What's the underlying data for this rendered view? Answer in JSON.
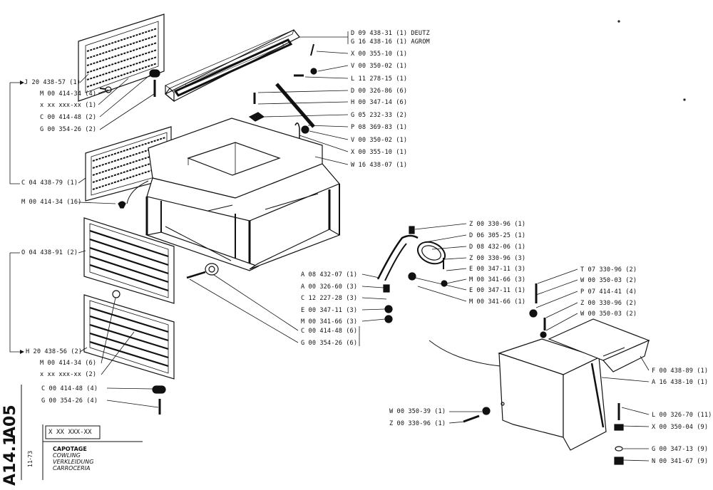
{
  "labels_left": [
    "J 20 438-57 (1)",
    "M 00 414-34 (4)",
    "x xx xxx-xx (1)",
    "C 00 414-48 (2)",
    "G 00 354-26 (2)",
    "C 04 438-79 (1)",
    "M 00 414-34 (16)",
    "O 04 438-91 (2)",
    "H 20 438-56 (2)",
    "M 00 414-34 (6)",
    "x xx xxx-xx (2)",
    "C 00 414-48 (4)",
    "G 00 354-26 (4)"
  ],
  "labels_top": [
    "D 09 438-31 (1) DEUTZ",
    "G 16 438-16 (1) AGROM",
    "X 00 355-10 (1)",
    "V 00 350-02 (1)",
    "L 11 278-15 (1)",
    "D 00 326-86 (6)",
    "H 00 347-14 (6)",
    "G 05 232-33 (2)",
    "P 08 369-83 (1)",
    "V 00 350-02 (1)",
    "X 00 355-10 (1)",
    "W 16 438-07 (1)"
  ],
  "labels_center": [
    "A 08 432-07 (1)",
    "A 00 326-60 (3)",
    "C 12 227-28 (3)",
    "E 00 347-11 (3)",
    "M 00 341-66 (3)",
    "C 00 414-48 (6)",
    "G 00 354-26 (6)"
  ],
  "labels_mirror": [
    "Z 00 330-96 (1)",
    "D 06 305-25 (1)",
    "D 08 432-06 (1)",
    "Z 00 330-96 (3)",
    "E 00 347-11 (3)",
    "M 00 341-66 (3)",
    "E 00 347-11 (1)",
    "M 00 341-66 (1)"
  ],
  "labels_right": [
    "T 07 330-96 (2)",
    "W 00 350-03 (2)",
    "P 07 414-41 (4)",
    "Z 00 330-96 (2)",
    "W 00 350-03 (2)",
    "F 00 438-89 (1)",
    "A 16 438-10 (1)",
    "L 00 326-70 (11)",
    "X 00 350-04 (9)",
    "G 00 347-13 (9)",
    "N 00 341-67 (9)",
    "W 00 350-39 (1)",
    "Z 00 330-96 (1)"
  ],
  "title_block": {
    "code_vertical_1": "A05",
    "code_vertical_2": "A14.1",
    "date": "11-73",
    "part_box": "X XX XXX-XX",
    "names": [
      "CAPOTAGE",
      "COWLING",
      "VERKLEIDUNG",
      "CARROCERIA"
    ]
  },
  "colors": {
    "ink": "#111111",
    "paper": "#ffffff",
    "shade": "#9a9a9a"
  }
}
